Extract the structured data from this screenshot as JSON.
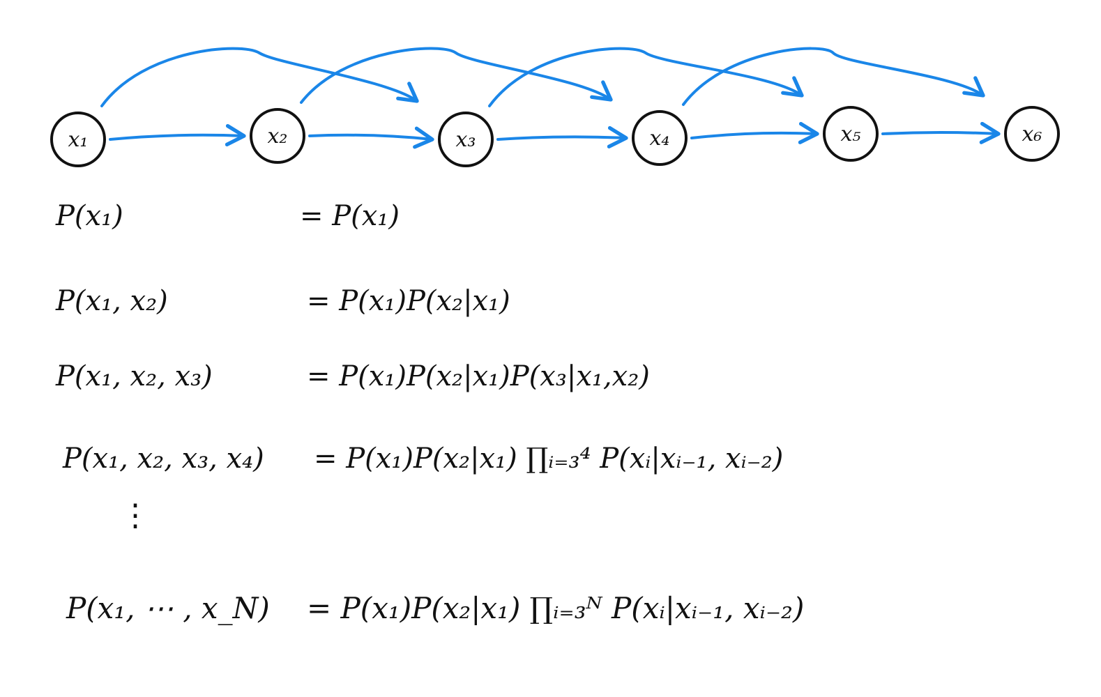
{
  "colors": {
    "edge": "#1a86e8",
    "node_stroke": "#111111",
    "text": "#111111"
  },
  "nodes": [
    {
      "id": "x1",
      "label": "x₁"
    },
    {
      "id": "x2",
      "label": "x₂"
    },
    {
      "id": "x3",
      "label": "x₃"
    },
    {
      "id": "x4",
      "label": "x₄"
    },
    {
      "id": "x5",
      "label": "x₅"
    },
    {
      "id": "x6",
      "label": "x₆"
    }
  ],
  "edges": [
    {
      "from": "x1",
      "to": "x2"
    },
    {
      "from": "x2",
      "to": "x3"
    },
    {
      "from": "x3",
      "to": "x4"
    },
    {
      "from": "x4",
      "to": "x5"
    },
    {
      "from": "x5",
      "to": "x6"
    },
    {
      "from": "x1",
      "to": "x3"
    },
    {
      "from": "x2",
      "to": "x4"
    },
    {
      "from": "x3",
      "to": "x5"
    },
    {
      "from": "x4",
      "to": "x6"
    }
  ],
  "equations": [
    {
      "lhs": "P(x₁)",
      "rhs": "= P(x₁)"
    },
    {
      "lhs": "P(x₁, x₂)",
      "rhs": "= P(x₁)P(x₂|x₁)"
    },
    {
      "lhs": "P(x₁, x₂, x₃)",
      "rhs": "= P(x₁)P(x₂|x₁)P(x₃|x₁,x₂)"
    },
    {
      "lhs": "P(x₁, x₂, x₃, x₄)",
      "rhs": "= P(x₁)P(x₂|x₁) ∏ᵢ₌₃⁴ P(xᵢ|xᵢ₋₁, xᵢ₋₂)"
    },
    {
      "lhs": "P(x₁, ⋯ , x_N)",
      "rhs": "= P(x₁)P(x₂|x₁) ∏ᵢ₌₃ᴺ P(xᵢ|xᵢ₋₁, xᵢ₋₂)"
    }
  ],
  "vdots": "⋮"
}
